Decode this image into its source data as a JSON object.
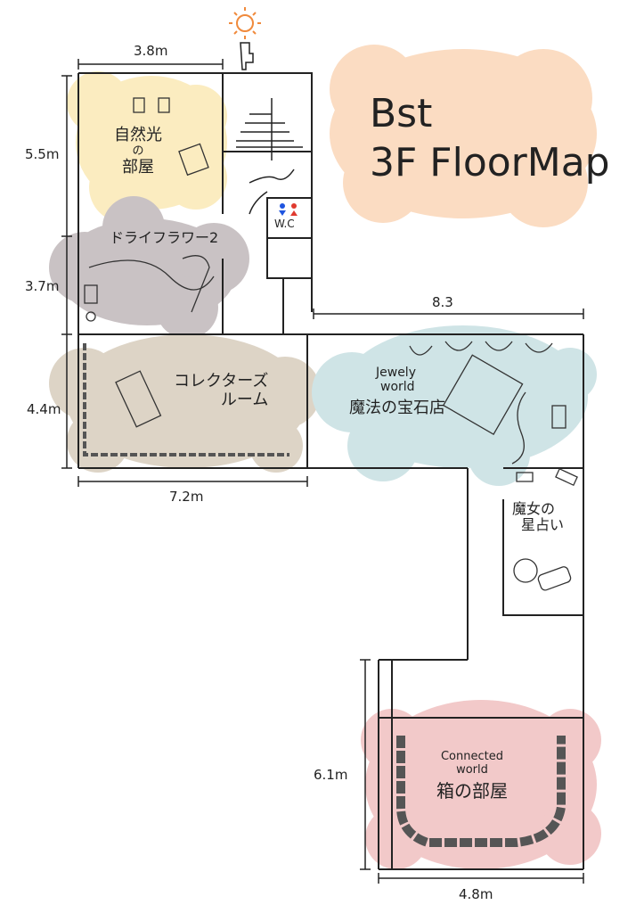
{
  "title": {
    "line1": "Bst",
    "line2": "3F FloorMap"
  },
  "colors": {
    "natural_light": "#fbecc0",
    "dry_flower": "#c9c2c4",
    "collectors": "#ddd4c6",
    "jewel": "#cfe4e6",
    "box": "#f2c9c9",
    "title_bg": "#fbdcc2",
    "sun": "#f08a3c",
    "wall": "#222222"
  },
  "dimensions": {
    "top": "3.8m",
    "left_upper": "5.5m",
    "left_middle": "3.7m",
    "left_lower": "4.4m",
    "bottom_left": "7.2m",
    "jewel_width": "8.3",
    "box_height": "6.1m",
    "box_width": "4.8m"
  },
  "rooms": {
    "natural_light": {
      "line1": "自然光",
      "line2": "の",
      "line3": "部屋"
    },
    "dry_flower": {
      "label": "ドライフラワー2"
    },
    "collectors": {
      "line1": "コレクターズ",
      "line2": "ルーム"
    },
    "jewel": {
      "en1": "Jewely",
      "en2": "world",
      "jp": "魔法の宝石店"
    },
    "witch": {
      "line1": "魔女の",
      "line2": "星占い"
    },
    "box": {
      "en1": "Connected",
      "en2": "world",
      "jp": "箱の部屋"
    },
    "wc": {
      "label": "W.C"
    }
  },
  "icons": [
    "sun-icon",
    "hand-pointer-icon",
    "wc-icon",
    "stairs-icon"
  ]
}
